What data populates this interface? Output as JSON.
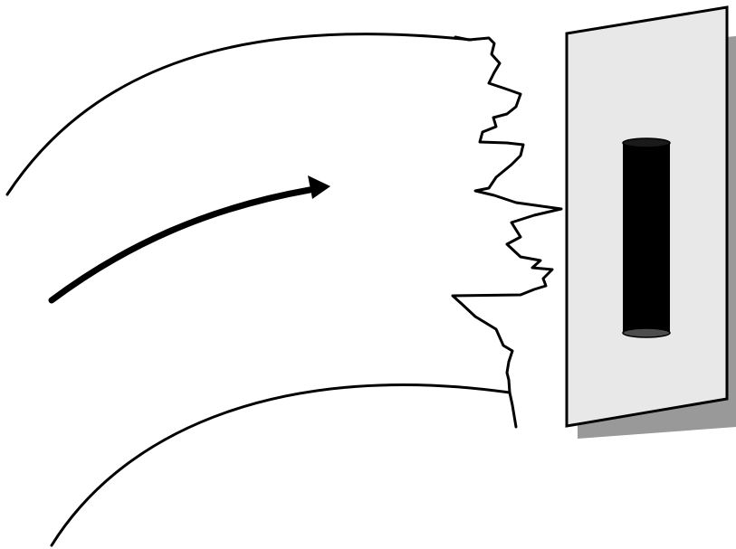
{
  "diagram": {
    "description_free": true,
    "colors": {
      "background": "#ffffff",
      "line": "#000000",
      "plate_face": "#e8e8e8",
      "plate_shadow": "#999999",
      "cylinder_body": "#000000",
      "cylinder_bottom_cap": "#4d4d4d",
      "cylinder_top_cap": "#1a1a1a"
    },
    "elements": {
      "upper_flow_boundary": "curve",
      "flow_direction_arrow": "arrow",
      "irregular_front": "jagged-line",
      "lower_flow_boundary": "curve",
      "vertical_plate": "plate",
      "cylinder": "cylinder"
    }
  }
}
